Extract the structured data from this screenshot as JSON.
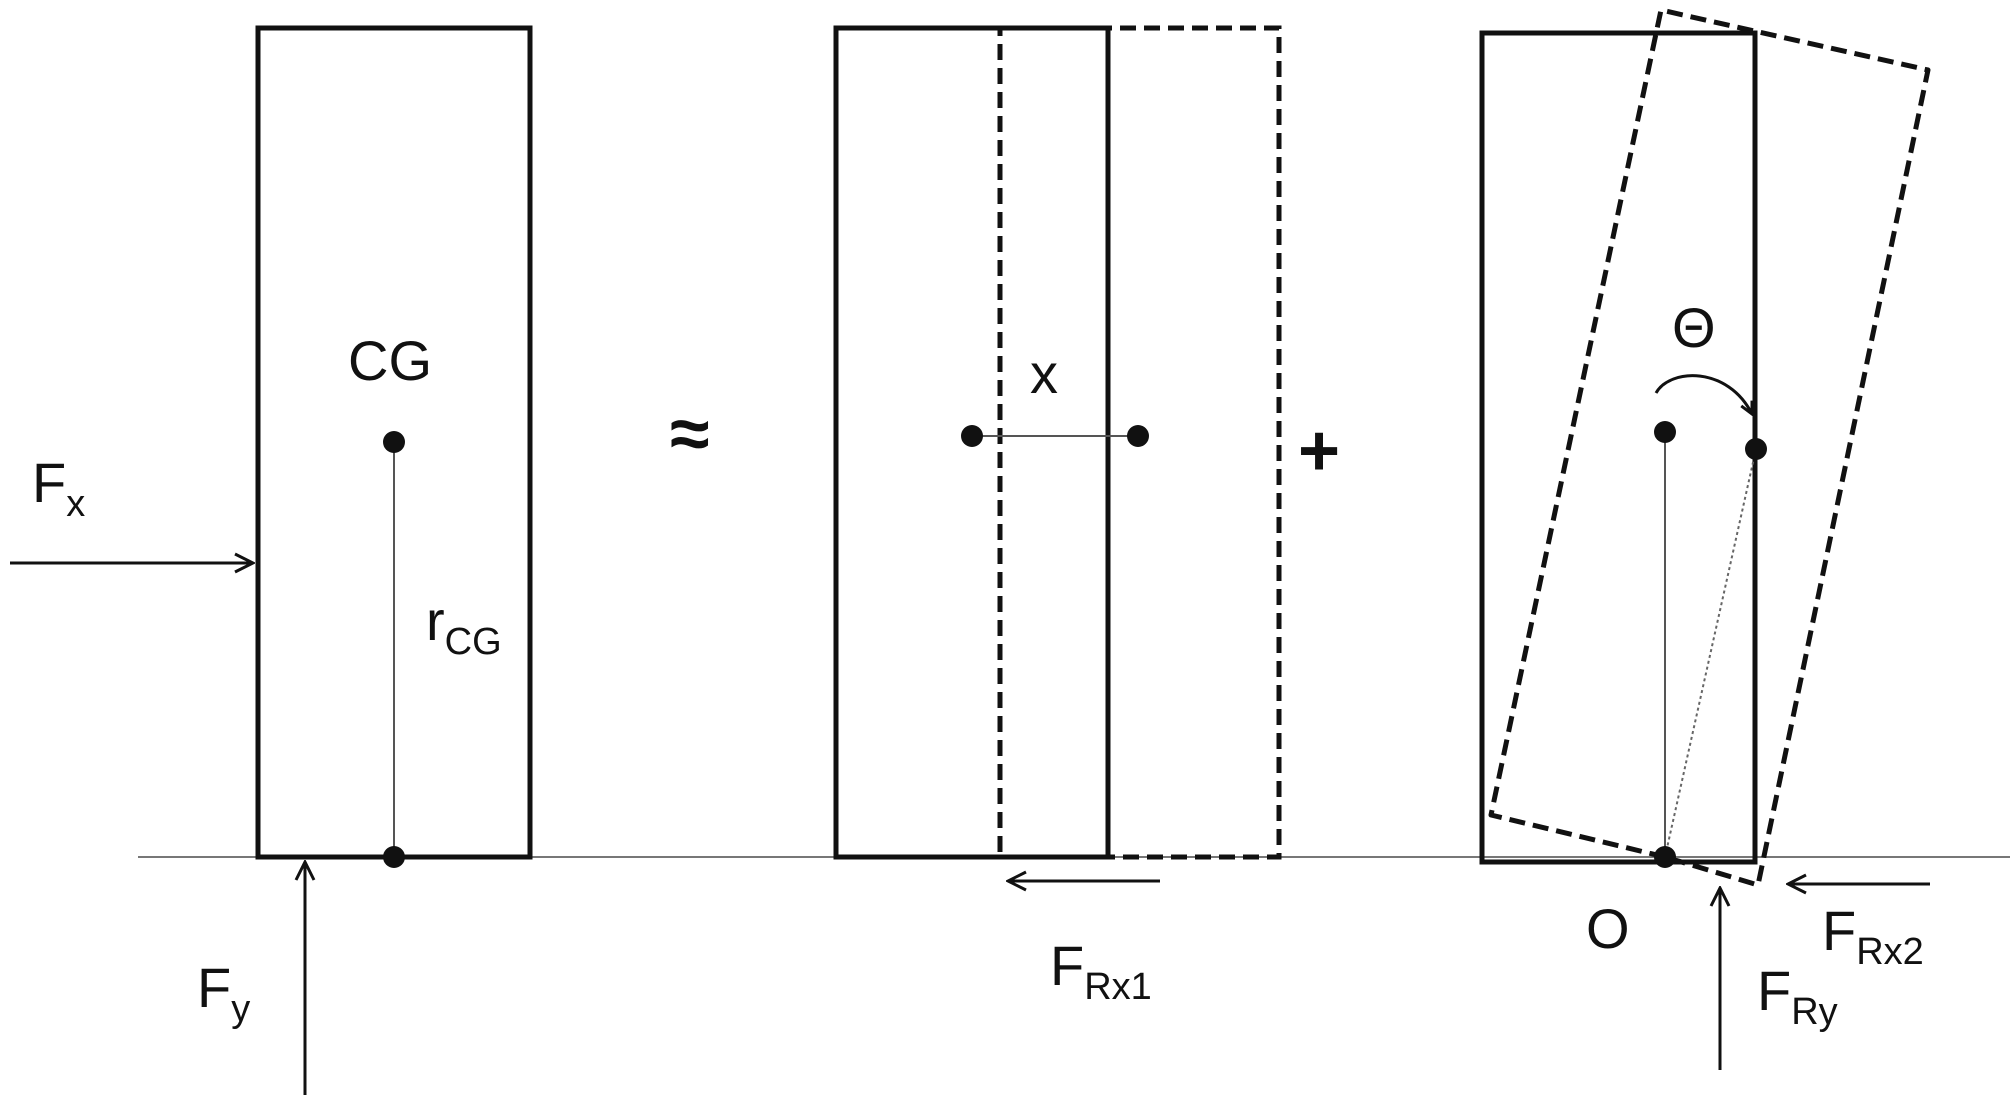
{
  "colors": {
    "stroke": "#111111",
    "ground": "#777777",
    "background": "#ffffff"
  },
  "panel1": {
    "cg_label": "CG",
    "fx": {
      "main": "F",
      "sub": "x"
    },
    "fy": {
      "main": "F",
      "sub": "y"
    },
    "rcg": {
      "main": "r",
      "sub": "CG"
    }
  },
  "operators": {
    "approx": "≈",
    "plus": "+"
  },
  "panel2": {
    "x_label": "x",
    "frx1": {
      "main": "F",
      "sub": "Rx1"
    }
  },
  "panel3": {
    "theta_label": "Θ",
    "origin_label": "O",
    "fry": {
      "main": "F",
      "sub": "Ry"
    },
    "frx2": {
      "main": "F",
      "sub": "Rx2"
    }
  }
}
